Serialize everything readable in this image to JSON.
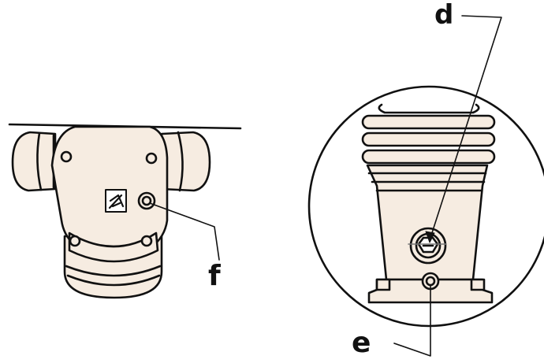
{
  "figure": {
    "callouts": {
      "d": "d",
      "e": "e",
      "f": "f"
    },
    "colors": {
      "line": "#111111",
      "body_fill": "#f6ece1",
      "background": "#ffffff"
    }
  }
}
